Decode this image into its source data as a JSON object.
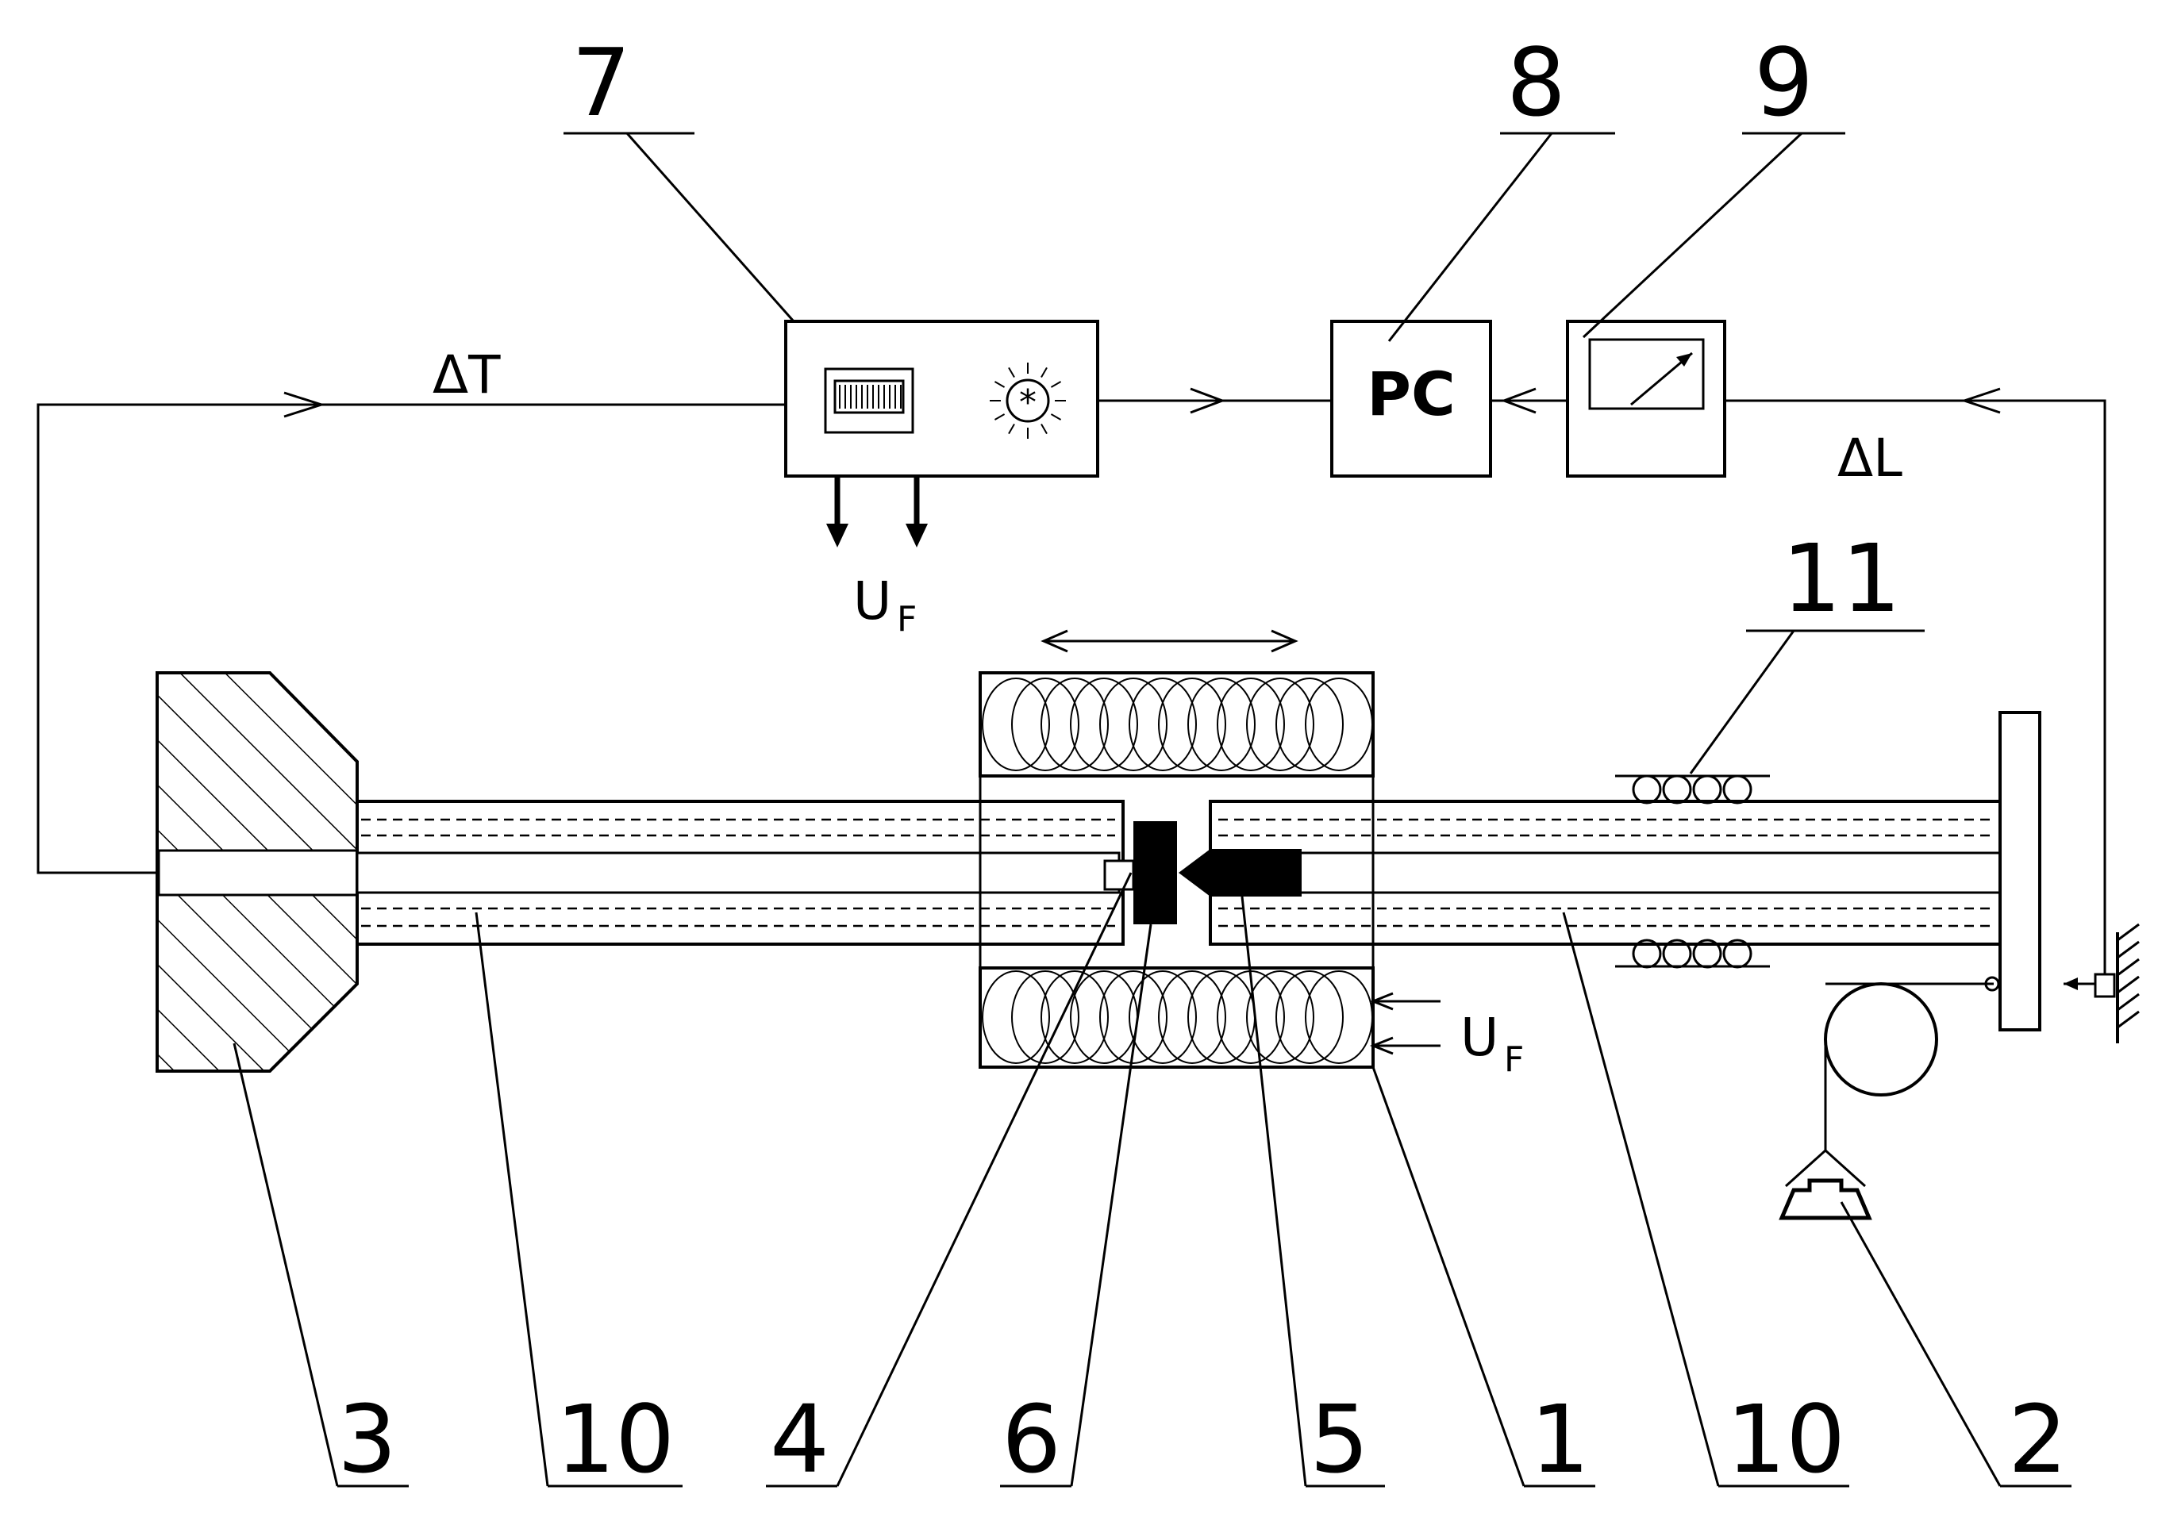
{
  "labels": {
    "n1": "1",
    "n2": "2",
    "n3": "3",
    "n4": "4",
    "n5": "5",
    "n6": "6",
    "n7": "7",
    "n8": "8",
    "n9": "9",
    "n10a": "10",
    "n10b": "10",
    "n11": "11"
  },
  "signals": {
    "delta_t": "ΔT",
    "delta_l": "ΔL",
    "u_main": "U",
    "u_sub": "F",
    "pc": "PC"
  },
  "colors": {
    "line": "#000000",
    "background": "#ffffff"
  }
}
